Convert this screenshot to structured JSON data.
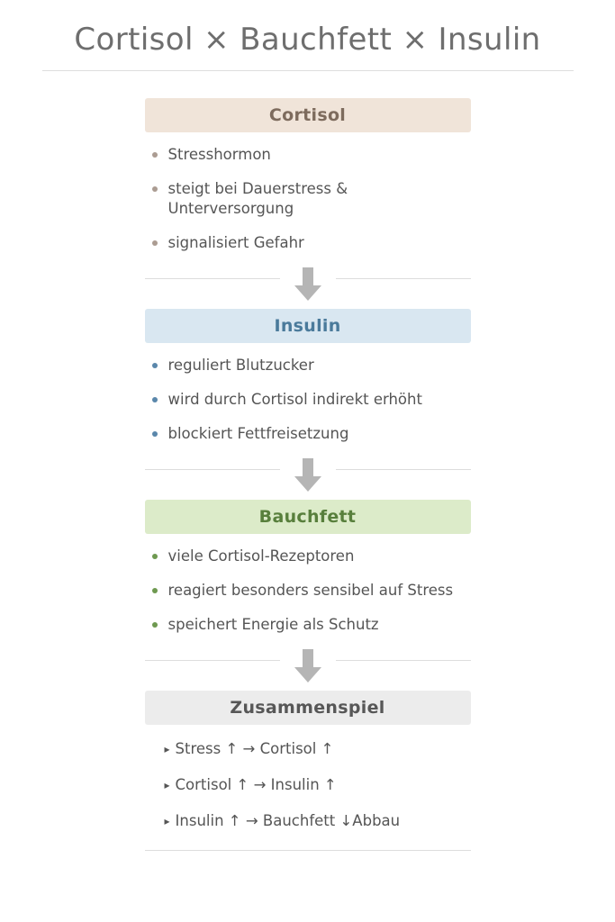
{
  "page": {
    "title": "Cortisol × Bauchfett × Insulin"
  },
  "sections": [
    {
      "id": "cortisol",
      "header": "Cortisol",
      "header_bg": "#f0e4d9",
      "header_color": "#7d6b5d",
      "bullet_color": "#ab9c92",
      "items": [
        "Stresshormon",
        "steigt bei Dauerstress & Unterversorgung",
        "signalisiert Gefahr"
      ]
    },
    {
      "id": "insulin",
      "header": "Insulin",
      "header_bg": "#d9e7f1",
      "header_color": "#4a7a9b",
      "bullet_color": "#5a87ab",
      "items": [
        "reguliert Blutzucker",
        "wird durch Cortisol indirekt erhöht",
        "blockiert Fettfreisetzung"
      ]
    },
    {
      "id": "bauchfett",
      "header": "Bauchfett",
      "header_bg": "#dcebc9",
      "header_color": "#587f3c",
      "bullet_color": "#6e9950",
      "items": [
        "viele Cortisol-Rezeptoren",
        "reagiert besonders sensibel auf Stress",
        "speichert Energie als Schutz"
      ]
    }
  ],
  "summary": {
    "header": "Zusammenspiel",
    "header_bg": "#ececec",
    "header_color": "#575757",
    "marker": "▸",
    "relations": [
      "Stress ↑ → Cortisol ↑",
      "Cortisol ↑ → Insulin ↑",
      "Insulin ↑ → Bauchfett ↓Abbau"
    ]
  },
  "icons": {
    "divider_arrow": "arrow-down-icon",
    "arrow_color": "#b5b5b5"
  }
}
